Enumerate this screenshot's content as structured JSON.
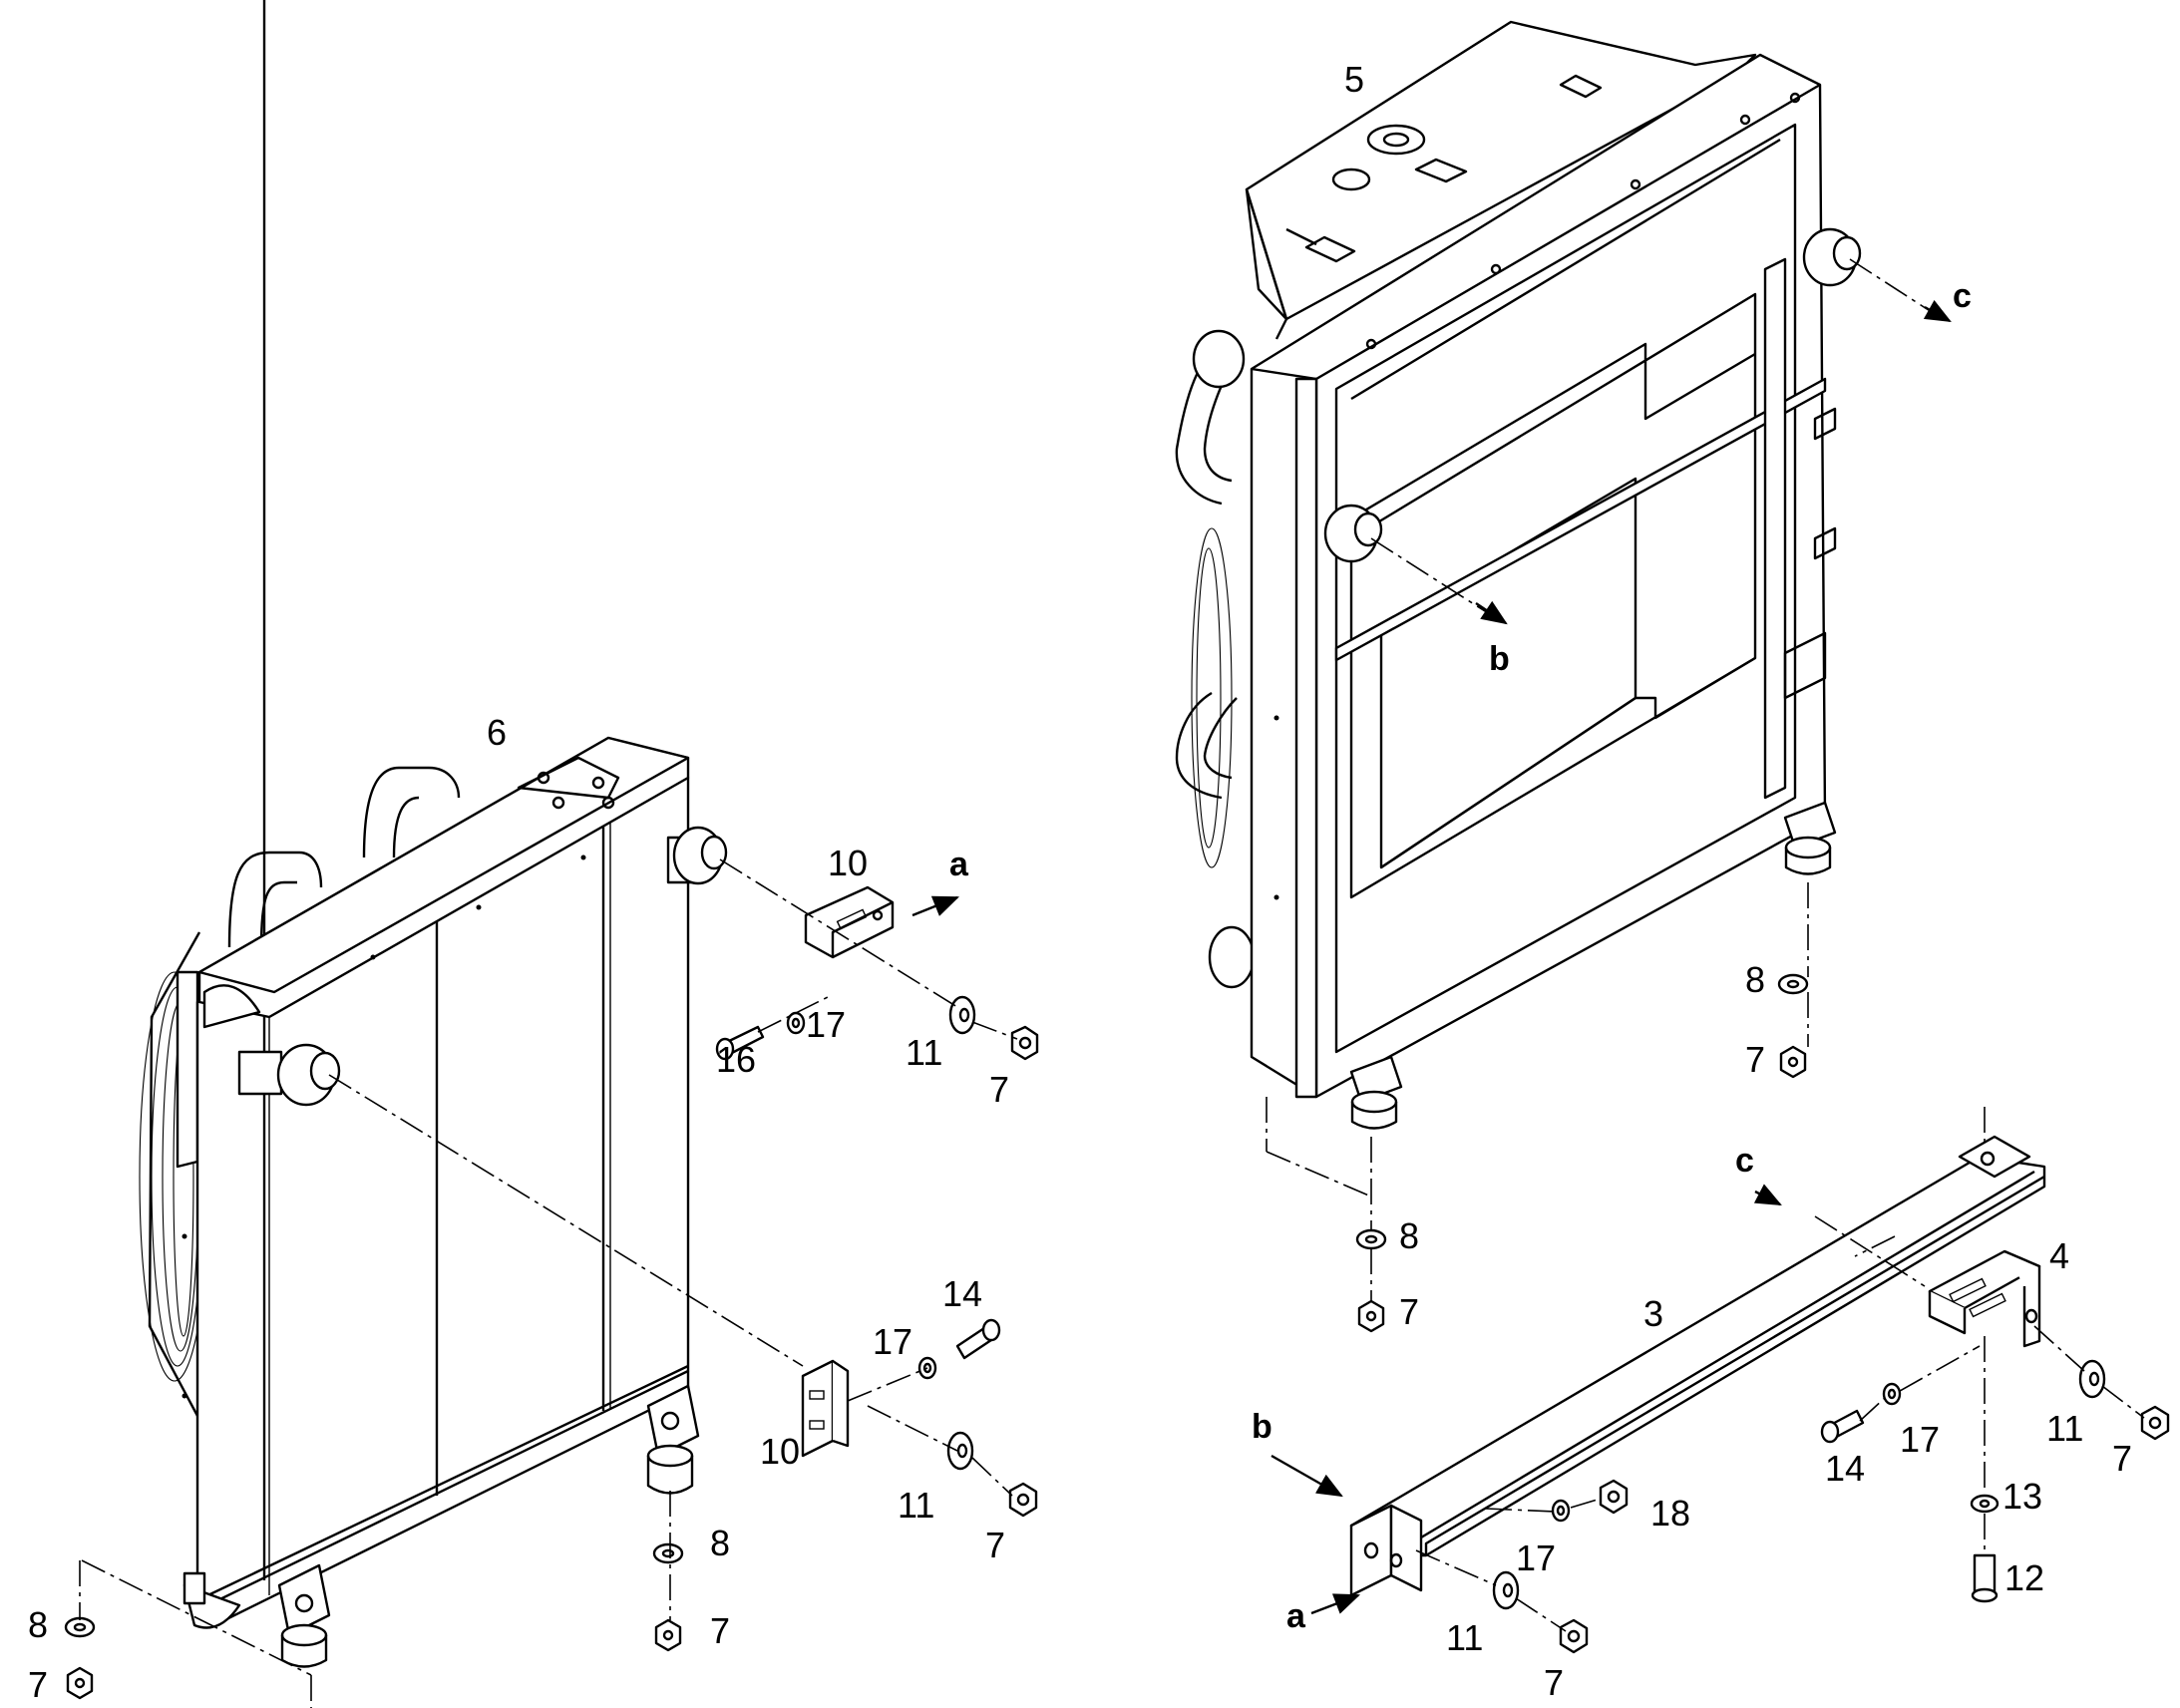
{
  "callouts": {
    "c3": "3",
    "c4": "4",
    "c5": "5",
    "c6": "6",
    "c7a": "7",
    "c7b": "7",
    "c7c": "7",
    "c7d": "7",
    "c7e": "7",
    "c7f": "7",
    "c7g": "7",
    "c7h": "7",
    "c8a": "8",
    "c8b": "8",
    "c8c": "8",
    "c8d": "8",
    "c10a": "10",
    "c10b": "10",
    "c11a": "11",
    "c11b": "11",
    "c11c": "11",
    "c11d": "11",
    "c12": "12",
    "c13": "13",
    "c14a": "14",
    "c14b": "14",
    "c16": "16",
    "c17a": "17",
    "c17b": "17",
    "c17c": "17",
    "c17d": "17",
    "c18": "18"
  },
  "markers": {
    "a1": "a",
    "a2": "a",
    "b1": "b",
    "b2": "b",
    "c1": "c",
    "c2": "c"
  }
}
